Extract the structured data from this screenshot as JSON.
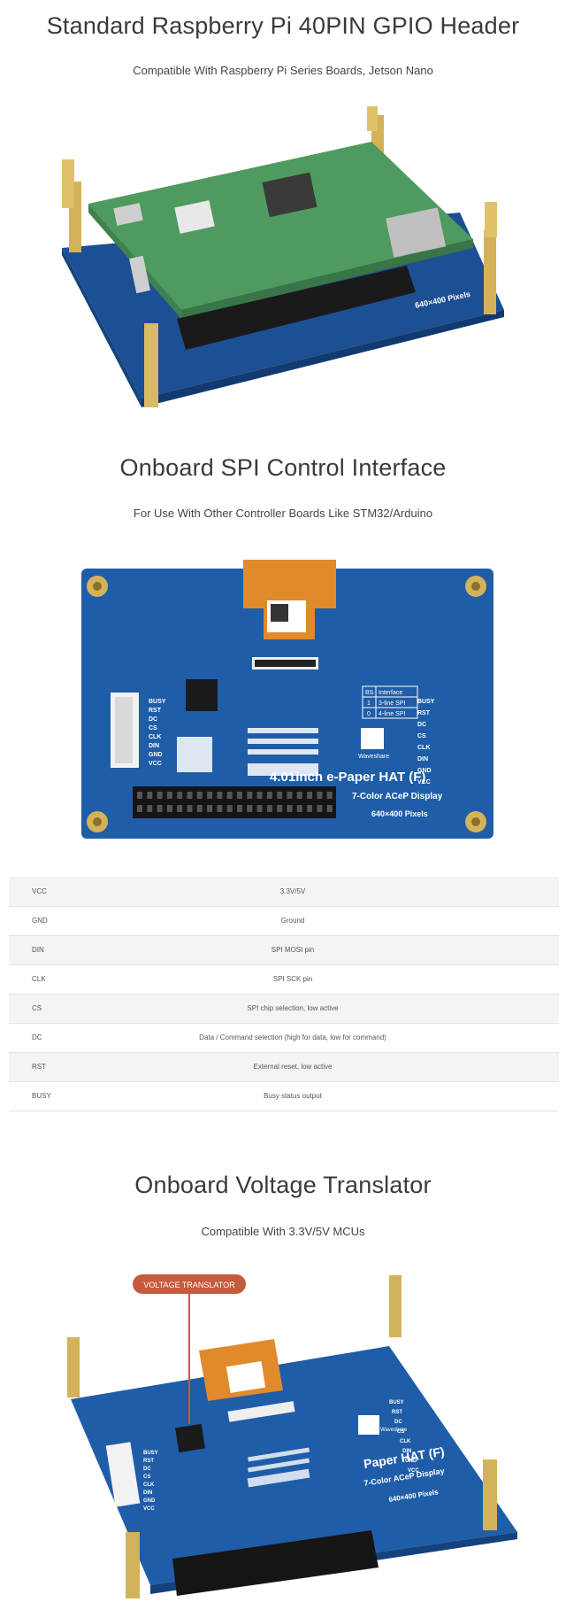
{
  "section1": {
    "title": "Standard Raspberry Pi 40PIN GPIO Header",
    "subtitle": "Compatible With Raspberry Pi Series Boards, Jetson Nano",
    "board_text": "640×400 Pixels"
  },
  "section2": {
    "title": "Onboard SPI Control Interface",
    "subtitle": "For Use With Other Controller Boards Like STM32/Arduino",
    "board": {
      "product": "4.01inch e-Paper HAT (F)",
      "display": "7-Color ACeP Display",
      "pixels": "640×400 Pixels",
      "brand": "Waveshare",
      "pins": [
        "BUSY",
        "RST",
        "DC",
        "CS",
        "CLK",
        "DIN",
        "GND",
        "VCC"
      ],
      "interface_table": [
        [
          "BS",
          "Interface"
        ],
        [
          "1",
          "3-line SPI"
        ],
        [
          "0",
          "4-line SPI"
        ]
      ]
    }
  },
  "pin_table": [
    {
      "pin": "VCC",
      "desc": "3.3V/5V"
    },
    {
      "pin": "GND",
      "desc": "Ground"
    },
    {
      "pin": "DIN",
      "desc": "SPI MOSI pin"
    },
    {
      "pin": "CLK",
      "desc": "SPI SCK pin"
    },
    {
      "pin": "CS",
      "desc": "SPI chip selection, low active"
    },
    {
      "pin": "DC",
      "desc": "Data / Command selection (high for data, low for command)"
    },
    {
      "pin": "RST",
      "desc": "External reset, low active"
    },
    {
      "pin": "BUSY",
      "desc": "Busy status output"
    }
  ],
  "section3": {
    "title": "Onboard Voltage Translator",
    "subtitle": "Compatible With 3.3V/5V MCUs",
    "callout": "VOLTAGE TRANSLATOR",
    "board": {
      "product": "Paper HAT (F)",
      "display": "7-Color ACeP Display",
      "pixels": "640×400 Pixels",
      "brand": "Waveshare",
      "pins": [
        "BUSY",
        "RST",
        "DC",
        "CS",
        "CLK",
        "DIN",
        "GND",
        "VCC"
      ]
    }
  },
  "colors": {
    "pcb_blue": "#1f5da8",
    "pcb_green": "#4f9a5e",
    "brass": "#d4b25a",
    "callout": "#c45a3e"
  }
}
